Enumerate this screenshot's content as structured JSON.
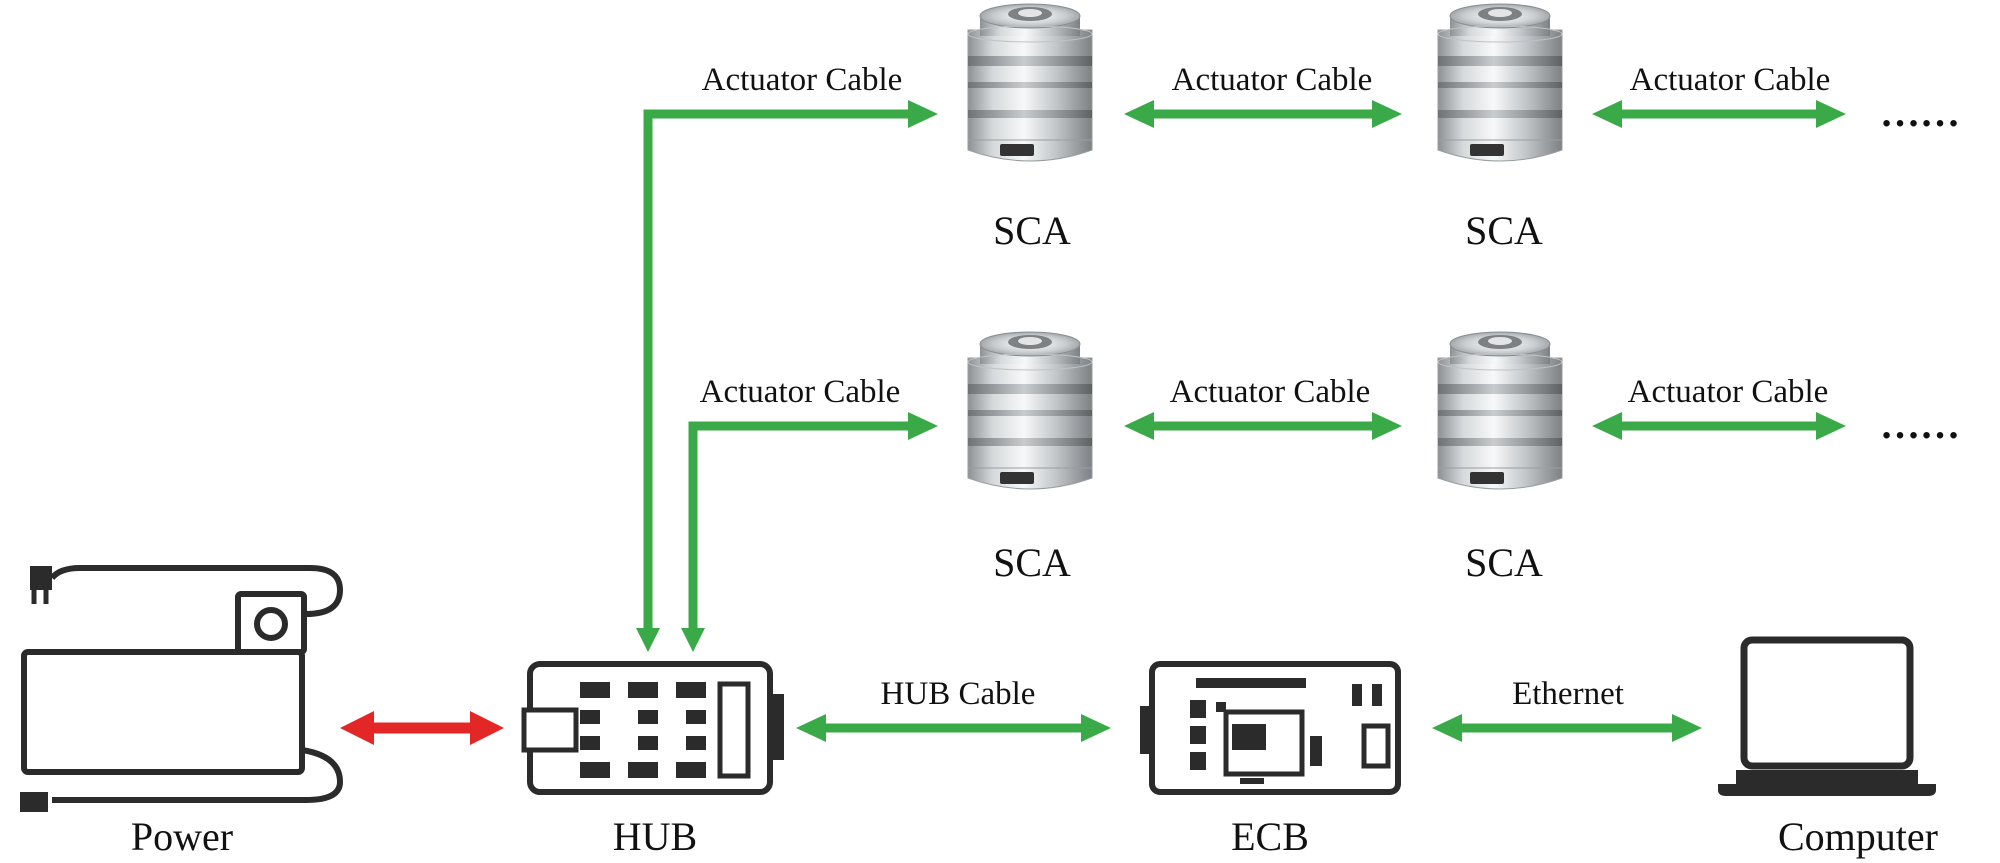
{
  "colors": {
    "cable": "#3aaa48",
    "power_link": "#e32626",
    "outline": "#2b2b2b",
    "text": "#111111"
  },
  "nodes": {
    "power": "Power",
    "hub": "HUB",
    "ecb": "ECB",
    "computer": "Computer",
    "sca_r1_c1": "SCA",
    "sca_r1_c2": "SCA",
    "sca_r2_c1": "SCA",
    "sca_r2_c2": "SCA"
  },
  "cables": {
    "r1_hub_to_sca": "Actuator Cable",
    "r1_sca_to_sca": "Actuator Cable",
    "r1_sca_to_next": "Actuator Cable",
    "r2_hub_to_sca": "Actuator Cable",
    "r2_sca_to_sca": "Actuator Cable",
    "r2_sca_to_next": "Actuator Cable",
    "hub_ecb": "HUB Cable",
    "ecb_computer": "Ethernet"
  },
  "continuation": {
    "row1": "……",
    "row2": "……"
  },
  "icons": {
    "power": "power-supply-icon",
    "hub": "hub-board-icon",
    "ecb": "ecb-board-icon",
    "computer": "laptop-icon",
    "sca": "actuator-cylinder-icon"
  }
}
